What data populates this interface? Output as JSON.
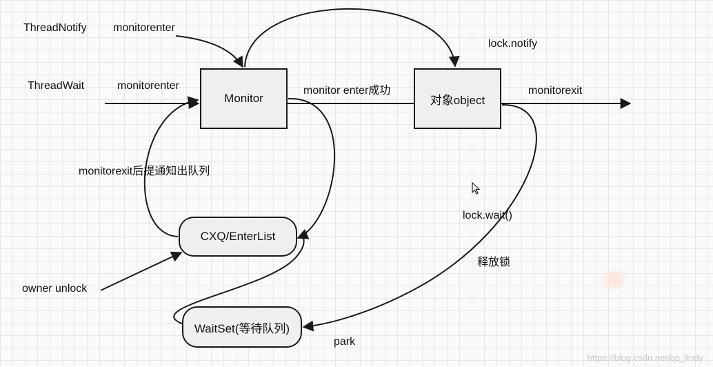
{
  "nodes": {
    "monitor": "Monitor",
    "object": "对象object",
    "cxq": "CXQ/EnterList",
    "waitset": "WaitSet(等待队列)"
  },
  "labels": {
    "thread_notify": "ThreadNotify",
    "monitorenter_top": "monitorenter",
    "lock_notify": "lock.notify",
    "thread_wait": "ThreadWait",
    "monitorenter_mid": "monitorenter",
    "monitor_enter_success": "monitor enter成功",
    "monitorexit": "monitorexit",
    "monitorexit_notify": "monitorexit后提通知出队列",
    "lock_wait": "lock.wait()",
    "release_lock": "释放锁",
    "owner_unlock": "owner unlock",
    "park": "park"
  },
  "watermark": "https://blog.csdn.net/qq_lindy",
  "colors": {
    "stroke": "#1a1a1a",
    "node_fill": "#efefef",
    "grid": "#e6e6e6"
  }
}
